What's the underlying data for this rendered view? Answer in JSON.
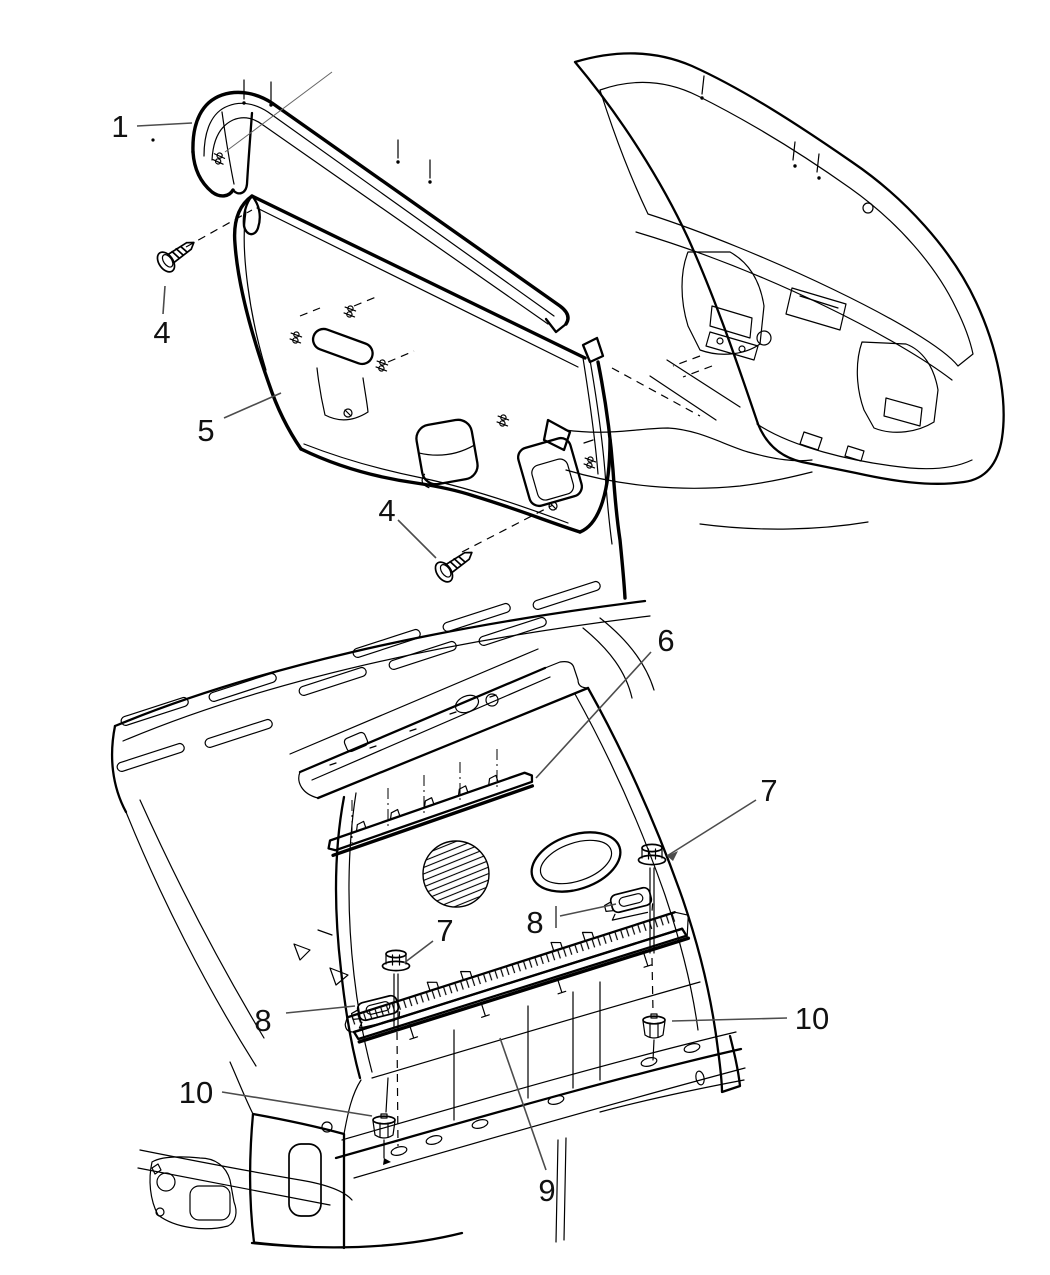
{
  "figure": {
    "kind": "exploded-parts-line-diagram",
    "subject": "liftgate trim panels and scuff plate",
    "background_color": "#ffffff",
    "ink_color": "#000000",
    "leader_color": "#4c4c4c"
  },
  "callouts": {
    "c1": {
      "label": "1",
      "part": "upper-trim-molding"
    },
    "c4a": {
      "label": "4",
      "part": "mounting-screw"
    },
    "c5": {
      "label": "5",
      "part": "liftgate-trim-panel"
    },
    "c4b": {
      "label": "4",
      "part": "mounting-screw"
    },
    "c6": {
      "label": "6",
      "part": "light-bar"
    },
    "c7a": {
      "label": "7",
      "part": "bolt"
    },
    "c7b": {
      "label": "7",
      "part": "bolt"
    },
    "c8a": {
      "label": "8",
      "part": "hook-bracket"
    },
    "c8b": {
      "label": "8",
      "part": "hook-bracket"
    },
    "c9": {
      "label": "9",
      "part": "sill-scuff-plate"
    },
    "c10a": {
      "label": "10",
      "part": "retainer-nut"
    },
    "c10b": {
      "label": "10",
      "part": "retainer-nut"
    }
  }
}
